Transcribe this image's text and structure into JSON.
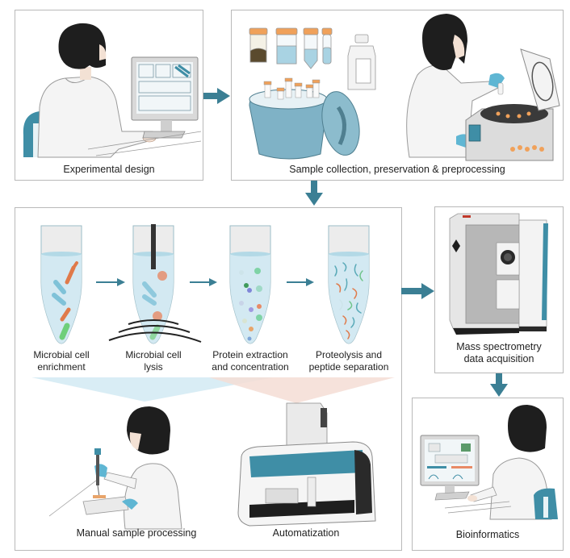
{
  "colors": {
    "arrow": "#3b7f94",
    "box_border": "#b9b9b9",
    "teal": "#3f8ea6",
    "hair": "#1e1e1e",
    "coat": "#f4f4f4",
    "glove": "#5fb6d3",
    "cap_orange": "#f0a15a",
    "liquid": "#cfe8f1",
    "fan_blue": "#d5ebf4",
    "fan_pink": "#f4ddd5"
  },
  "panels": {
    "experimental_design": {
      "label": "Experimental design"
    },
    "sample_collection": {
      "label": "Sample collection, preservation & preprocessing"
    },
    "sample_prep": {
      "steps": [
        {
          "label_line1": "Microbial cell",
          "label_line2": "enrichment"
        },
        {
          "label_line1": "Microbial cell",
          "label_line2": "lysis"
        },
        {
          "label_line1": "Protein extraction",
          "label_line2": "and concentration"
        },
        {
          "label_line1": "Proteolysis and",
          "label_line2": "peptide separation"
        }
      ],
      "manual_label": "Manual sample processing",
      "automation_label": "Automatization"
    },
    "mass_spec": {
      "label_line1": "Mass spectrometry",
      "label_line2": "data acquisition"
    },
    "bioinformatics": {
      "label": "Bioinformatics"
    }
  }
}
